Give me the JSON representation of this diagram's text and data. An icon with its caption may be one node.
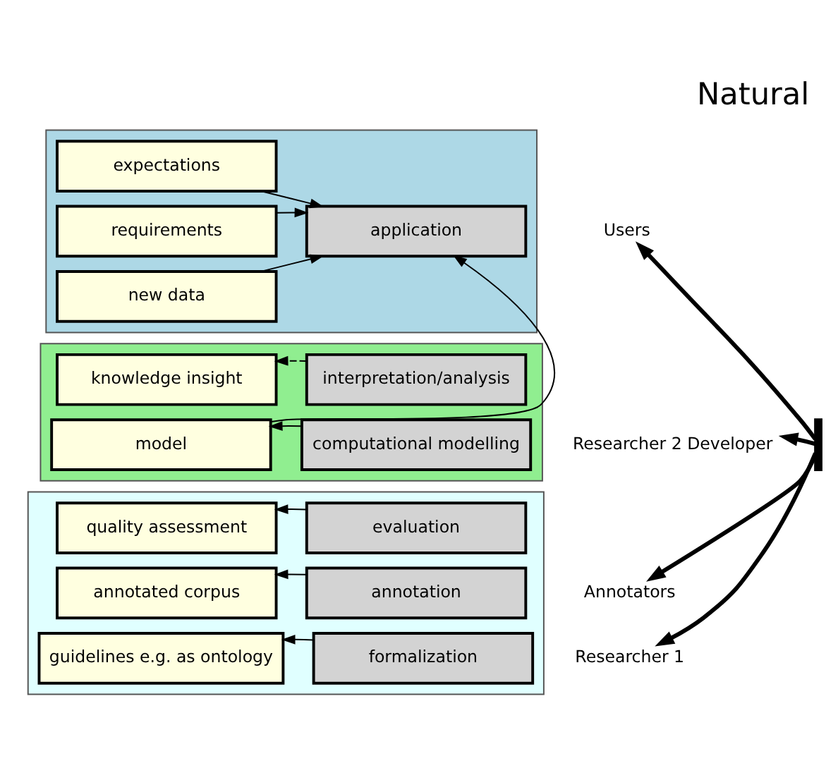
{
  "diagram": {
    "title": "Natural",
    "nodes": [
      {
        "text": [],
        "shape": "box"
      },
      {
        "text": [
          "application"
        ],
        "in": 0
      },
      {
        "text": [
          "expectations"
        ],
        "in": 0
      },
      {
        "text": [
          "requirements"
        ],
        "in": 0
      },
      {
        "text": [
          "new data"
        ],
        "in": 0
      },
      {
        "text": [],
        "shape": "box"
      },
      {
        "text": [
          "interpretation/analysis"
        ],
        "in": 5
      },
      {
        "text": [
          "computational modelling"
        ],
        "in": 5
      },
      {
        "text": [
          "knowledge insight"
        ],
        "in": 5
      },
      {
        "text": [
          "model"
        ],
        "in": 5
      },
      {
        "text": [],
        "shape": "box"
      },
      {
        "text": [
          "evaluation"
        ],
        "in": 10
      },
      {
        "text": [
          "quality assessment"
        ],
        "in": 10
      },
      {
        "text": [
          "annotation"
        ],
        "in": 10
      },
      {
        "text": [
          "annotated corpus"
        ],
        "in": 10
      },
      {
        "text": [
          "formalization"
        ],
        "in": 10
      },
      {
        "text": [
          "guidelines e.g. as ontology"
        ],
        "in": 10
      },
      {
        "text": [
          "Users"
        ]
      },
      {
        "text": [
          "Researcher 2 Developer"
        ]
      },
      {
        "text": [
          "Annotators"
        ]
      },
      {
        "text": [
          "Researcher 1"
        ]
      },
      {
        "text": [],
        "shape": "bar"
      }
    ],
    "edges": [
      {
        "from": 2,
        "to": 1,
        "arrow": "to"
      },
      {
        "from": 3,
        "to": 1,
        "arrow": "to"
      },
      {
        "from": 4,
        "to": 1,
        "arrow": "to"
      },
      {
        "from": 9,
        "to": 1,
        "arrow": "to"
      },
      {
        "from": 6,
        "to": 8,
        "arrow": "to",
        "style": "dashed"
      },
      {
        "from": 7,
        "to": 9,
        "arrow": "to"
      },
      {
        "from": 11,
        "to": 12,
        "arrow": "to"
      },
      {
        "from": 13,
        "to": 14,
        "arrow": "to"
      },
      {
        "from": 15,
        "to": 16,
        "arrow": "to"
      },
      {
        "from": 21,
        "to": 17,
        "arrow": "to",
        "style": "thick"
      },
      {
        "from": 21,
        "to": 18,
        "arrow": "to",
        "style": "thick"
      },
      {
        "from": 21,
        "to": 19,
        "arrow": "to",
        "style": "thick"
      },
      {
        "from": 21,
        "to": 20,
        "arrow": "to",
        "style": "thick"
      }
    ]
  }
}
